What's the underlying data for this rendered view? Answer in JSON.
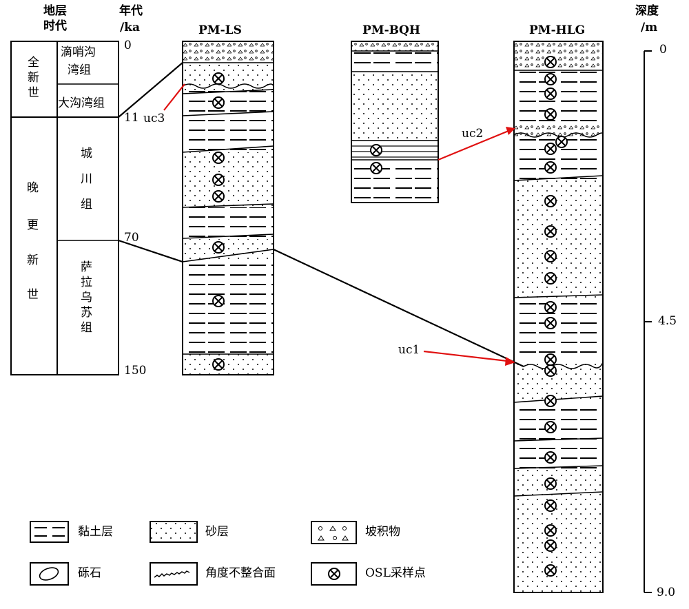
{
  "strat": {
    "header_stratum": "地层",
    "header_time": "时代",
    "header_age": "年代",
    "header_age_unit": "/ka",
    "holocene": "全新世",
    "late_pleistocene": [
      "晚",
      "更",
      "新",
      "世"
    ],
    "fm_dishaogou": [
      "滴哨沟",
      "湾组"
    ],
    "fm_dagouwan": "大沟湾组",
    "fm_chengchuan": [
      "城",
      "川",
      "组"
    ],
    "fm_salawusu": [
      "萨",
      "拉",
      "乌",
      "苏",
      "组"
    ],
    "age_0": "0",
    "age_11": "11",
    "age_70": "70",
    "age_150": "150"
  },
  "columns": {
    "ls": "PM-LS",
    "bqh": "PM-BQH",
    "hlg": "PM-HLG"
  },
  "unconformities": {
    "uc1": "uc1",
    "uc2": "uc2",
    "uc3": "uc3"
  },
  "depth_scale": {
    "title": "深度",
    "unit": "/m",
    "ticks": [
      "0",
      "4.5",
      "9.0"
    ]
  },
  "legend": {
    "clay": "黏土层",
    "sand": "砂层",
    "colluvium": "坡积物",
    "gravel": "砾石",
    "unconformity": "角度不整合面",
    "osl": "OSL采样点"
  },
  "colors": {
    "line": "#000000",
    "arrow": "#e01010"
  }
}
